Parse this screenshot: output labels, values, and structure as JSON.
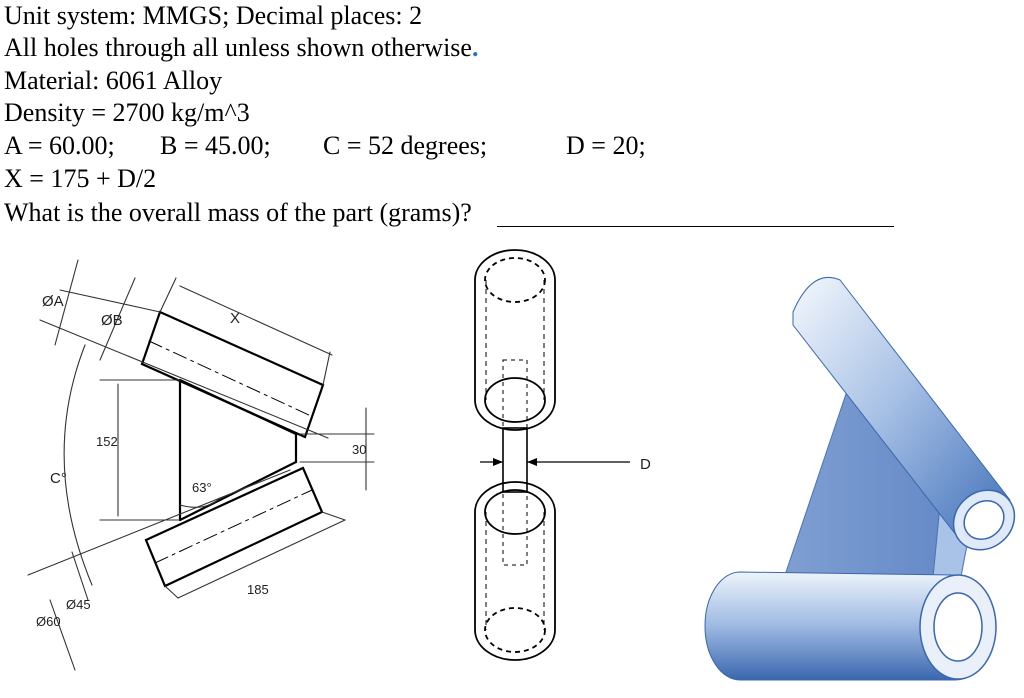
{
  "problem": {
    "line_units": "Unit system: MMGS; Decimal places: 2",
    "line_holes": "All holes through all unless shown otherwise",
    "line_holes_end": ".",
    "line_material": "Material: 6061 Alloy",
    "line_density": "Density = 2700 kg/m^3",
    "param_a": "A = 60.00;",
    "param_b": "B = 45.00;",
    "param_c": "C = 52 degrees;",
    "param_d": "D = 20;",
    "line_x": "X = 175 + D/2",
    "question": "What is the overall mass of the part (grams)?"
  },
  "drawing": {
    "label_dia_a": "ØA",
    "label_dia_b": "ØB",
    "label_x": "X",
    "label_152": "152",
    "label_c": "C°",
    "label_63": "63°",
    "label_30": "30",
    "label_185": "185",
    "label_dia_45": "Ø45",
    "label_dia_60": "Ø60",
    "label_d": "D"
  },
  "colors": {
    "ink": "#000000",
    "dim_line": "#333333",
    "model_blue": "#5b86c9",
    "model_light": "#dfe9f7",
    "highlight": "#2b6fd6"
  },
  "icons": {
    "drawing_view": "2d-dimensioned-drawing",
    "side_view": "side-view-drawing",
    "model_view": "3d-shaded-model"
  }
}
